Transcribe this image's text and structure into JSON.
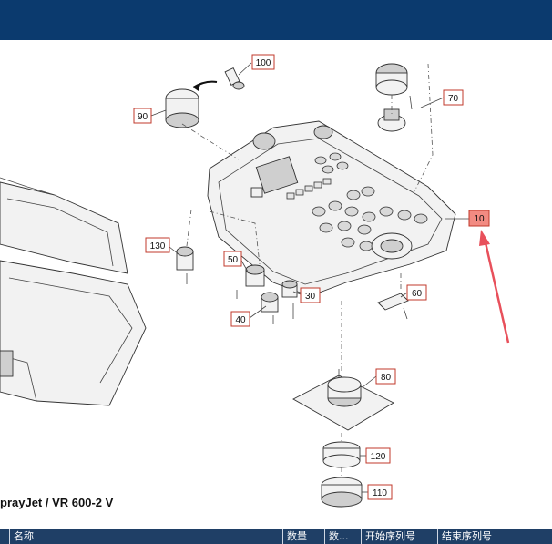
{
  "header": {
    "color": "#0b3a6e"
  },
  "drawing": {
    "caption": "prayJet / VR 600-2 V",
    "callouts": [
      {
        "id": "c100",
        "label": "100"
      },
      {
        "id": "c90",
        "label": "90"
      },
      {
        "id": "c70",
        "label": "70"
      },
      {
        "id": "c10",
        "label": "10",
        "highlight": true
      },
      {
        "id": "c130",
        "label": "130"
      },
      {
        "id": "c50",
        "label": "50"
      },
      {
        "id": "c30",
        "label": "30"
      },
      {
        "id": "c40",
        "label": "40"
      },
      {
        "id": "c60",
        "label": "60"
      },
      {
        "id": "c80",
        "label": "80"
      },
      {
        "id": "c120",
        "label": "120"
      },
      {
        "id": "c110",
        "label": "110"
      }
    ],
    "highlight_color": "#f28b82",
    "arrow_color": "#e8505b"
  },
  "table": {
    "columns": [
      "名称",
      "数量",
      "数...",
      "开始序列号",
      "结束序列号"
    ]
  }
}
